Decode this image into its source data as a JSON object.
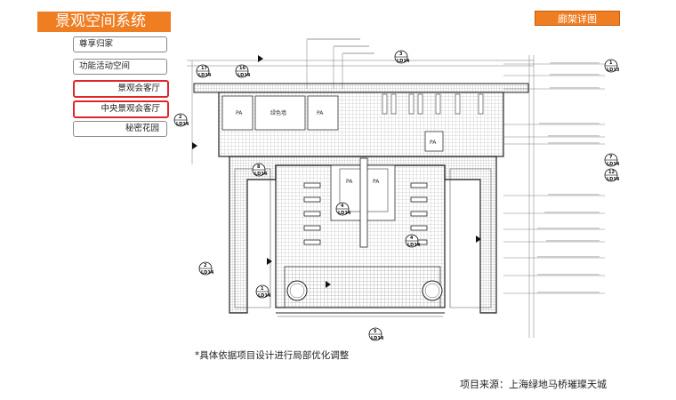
{
  "header": {
    "title": "景观空间系统",
    "tag": "廊架详图"
  },
  "nav": {
    "items": [
      {
        "label": "尊享归家"
      },
      {
        "label": "功能活动空间"
      },
      {
        "label": "景观会客厅"
      },
      {
        "label": "中央景观会客厅"
      },
      {
        "label": "秘密花园"
      }
    ]
  },
  "drawing": {
    "pa_label": "PA",
    "pool_label": "绿色墙",
    "markers": [
      {
        "top": "17",
        "bottom": "LD14"
      },
      {
        "top": "16",
        "bottom": "LD14"
      },
      {
        "top": "3",
        "bottom": "LD14"
      },
      {
        "top": "1",
        "bottom": "LD13"
      },
      {
        "top": "2",
        "bottom": "LD14"
      },
      {
        "top": "7",
        "bottom": "LD14"
      },
      {
        "top": "12",
        "bottom": "LD14"
      },
      {
        "top": "8",
        "bottom": "LD14"
      },
      {
        "top": "2",
        "bottom": "LD14"
      },
      {
        "top": "4",
        "bottom": "LD14"
      },
      {
        "top": "4",
        "bottom": "LD14"
      },
      {
        "top": "1",
        "bottom": "LD14"
      },
      {
        "top": "5",
        "bottom": "LD14"
      }
    ]
  },
  "footer": {
    "note": "*具体依据项目设计进行局部优化调整",
    "source": "项目来源：上海绿地马桥璀璨天城"
  }
}
